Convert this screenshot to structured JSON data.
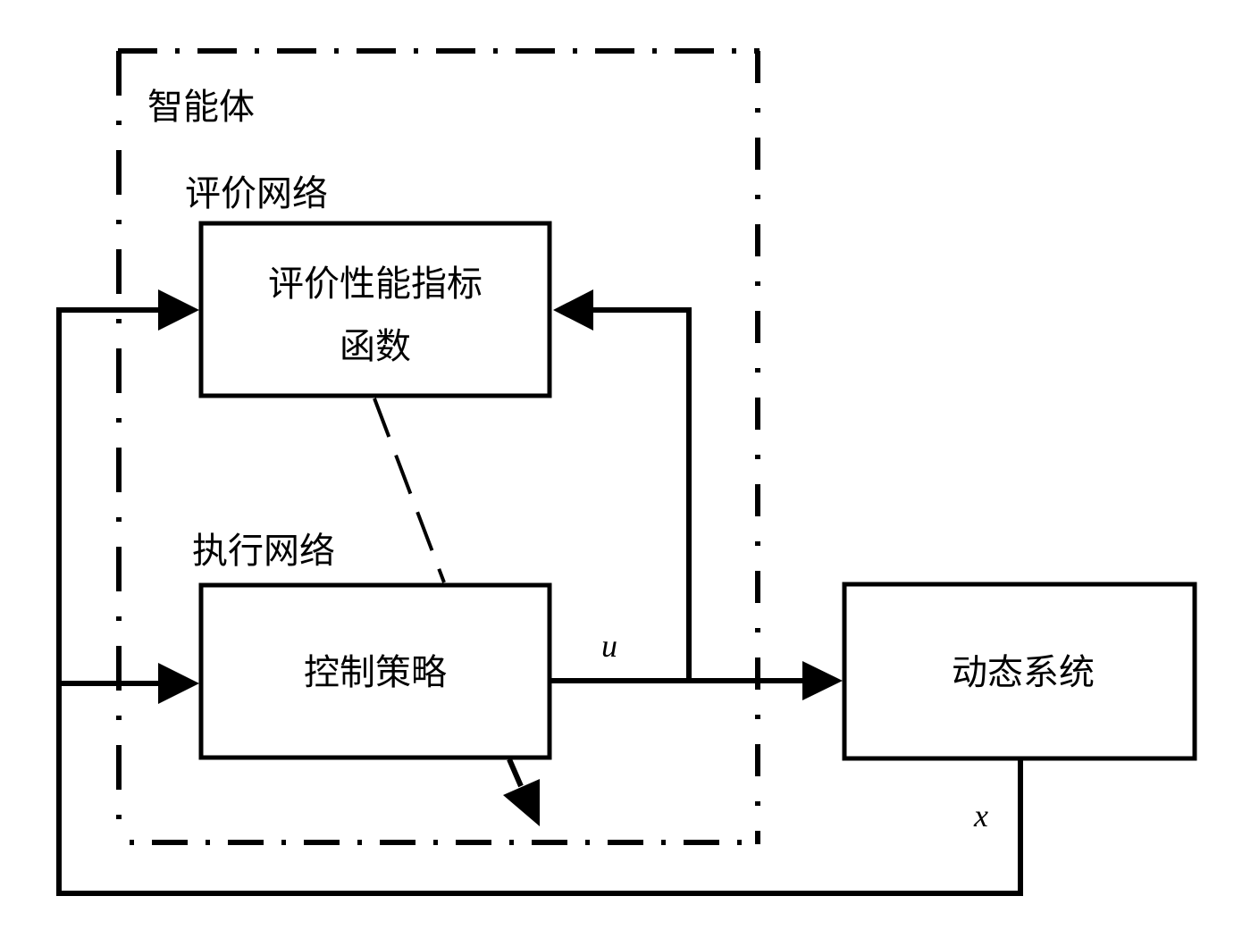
{
  "diagram": {
    "type": "block-diagram",
    "colors": {
      "stroke": "#000000",
      "background": "#ffffff"
    },
    "agent_group": {
      "label": "智能体",
      "border_style": "dash-dot"
    },
    "critic": {
      "group_label": "评价网络",
      "box_lines": [
        "评价性能指标",
        "函数"
      ]
    },
    "actor": {
      "group_label": "执行网络",
      "box_label": "控制策略"
    },
    "plant": {
      "box_label": "动态系统"
    },
    "signals": {
      "control": "u",
      "state": "x"
    },
    "connections": [
      {
        "from": "actor",
        "to": "plant",
        "signal": "u",
        "style": "solid-arrow"
      },
      {
        "from": "u-branch",
        "to": "critic",
        "signal": "u",
        "style": "solid-arrow"
      },
      {
        "from": "plant",
        "to": "critic",
        "signal": "x",
        "style": "solid-arrow",
        "via": "feedback-loop"
      },
      {
        "from": "plant",
        "to": "actor",
        "signal": "x",
        "style": "solid-arrow",
        "via": "feedback-loop"
      },
      {
        "from": "critic",
        "to": "actor",
        "style": "dashed-line"
      },
      {
        "from": "actor",
        "to": "update",
        "style": "solid-arrow-diagonal"
      }
    ]
  }
}
